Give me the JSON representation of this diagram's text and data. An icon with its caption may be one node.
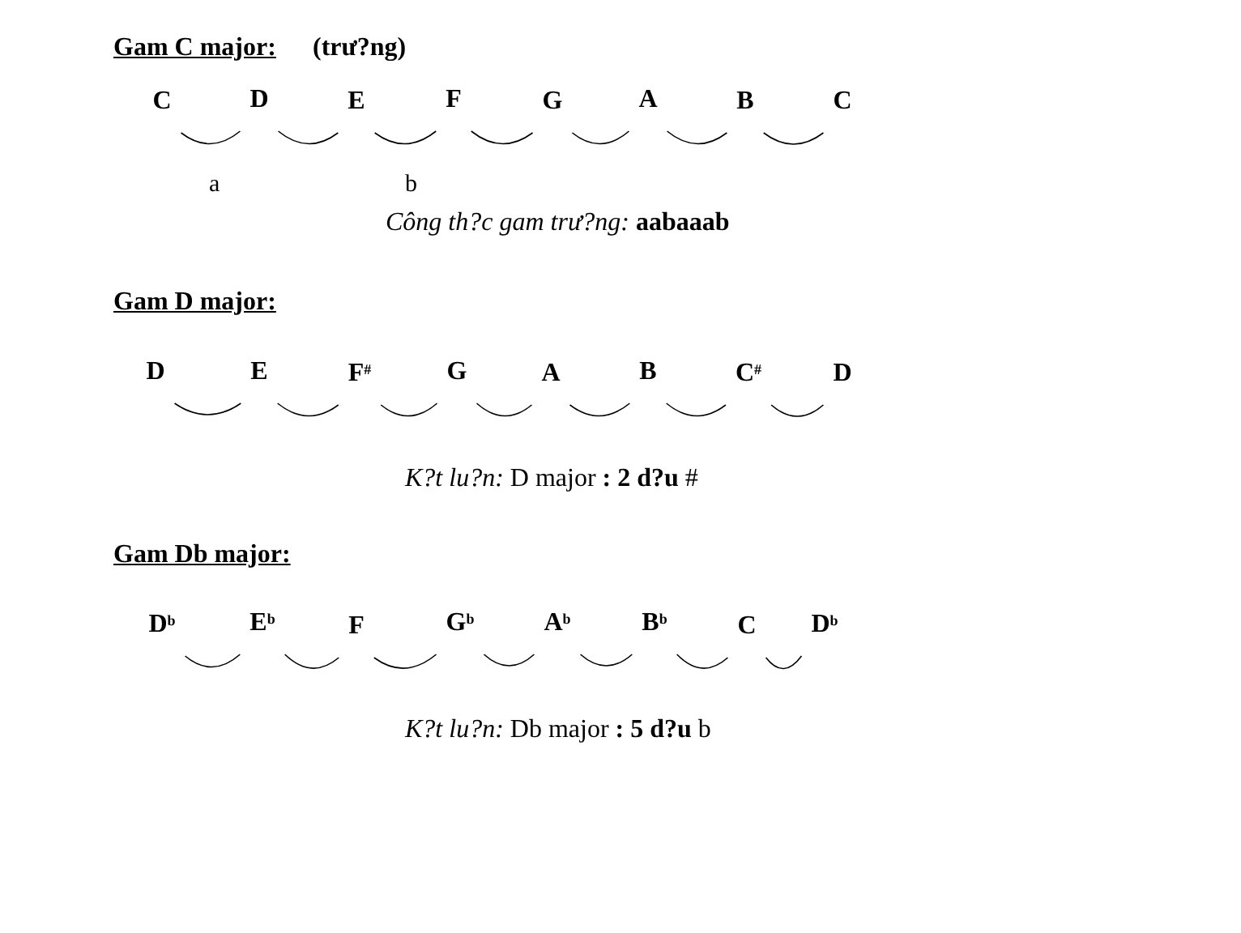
{
  "diagram": {
    "nodes": [
      {
        "text": [
          "C"
        ]
      },
      {
        "text": [
          "D"
        ]
      },
      {
        "text": [
          "E"
        ]
      },
      {
        "text": [
          "F"
        ]
      },
      {
        "text": [
          "G"
        ]
      },
      {
        "text": [
          "A"
        ]
      },
      {
        "text": [
          "B"
        ]
      },
      {
        "text": [
          "C"
        ]
      },
      {
        "text": [
          "D"
        ]
      },
      {
        "text": [
          "E"
        ]
      },
      {
        "text": [
          "F$^{#}$"
        ]
      },
      {
        "text": [
          "G"
        ]
      },
      {
        "text": [
          "A"
        ]
      },
      {
        "text": [
          "B"
        ]
      },
      {
        "text": [
          "C$^{#}$"
        ]
      },
      {
        "text": [
          "D"
        ]
      },
      {
        "text": [
          "D$^{b}$"
        ]
      },
      {
        "text": [
          "E$^{b}$"
        ]
      },
      {
        "text": [
          "F"
        ]
      },
      {
        "text": [
          "G$^{b}$"
        ]
      },
      {
        "text": [
          "A$^{b}$"
        ]
      },
      {
        "text": [
          "B$^{b}$"
        ]
      },
      {
        "text": [
          "C"
        ]
      },
      {
        "text": [
          "D$^{b}$"
        ]
      }
    ],
    "edges": [
      {
        "from": 0,
        "to": 1,
        "arrow": "none"
      },
      {
        "from": 1,
        "to": 2,
        "arrow": "none"
      },
      {
        "from": 2,
        "to": 3,
        "arrow": "none"
      },
      {
        "from": 3,
        "to": 4,
        "arrow": "none"
      },
      {
        "from": 4,
        "to": 5,
        "arrow": "none"
      },
      {
        "from": 5,
        "to": 6,
        "arrow": "none"
      },
      {
        "from": 6,
        "to": 7,
        "arrow": "none"
      },
      {
        "from": 8,
        "to": 9,
        "arrow": "none"
      },
      {
        "from": 9,
        "to": 10,
        "arrow": "none"
      },
      {
        "from": 10,
        "to": 11,
        "arrow": "none"
      },
      {
        "from": 11,
        "to": 12,
        "arrow": "none"
      },
      {
        "from": 12,
        "to": 13,
        "arrow": "none"
      },
      {
        "from": 13,
        "to": 14,
        "arrow": "none"
      },
      {
        "from": 14,
        "to": 15,
        "arrow": "none"
      },
      {
        "from": 16,
        "to": 17,
        "arrow": "none"
      },
      {
        "from": 17,
        "to": 18,
        "arrow": "none"
      },
      {
        "from": 18,
        "to": 19,
        "arrow": "none"
      },
      {
        "from": 19,
        "to": 20,
        "arrow": "none"
      },
      {
        "from": 20,
        "to": 21,
        "arrow": "none"
      },
      {
        "from": 21,
        "to": 22,
        "arrow": "none"
      },
      {
        "from": 22,
        "to": 23,
        "arrow": "none"
      }
    ],
    "labels": [
      "Gam C major:",
      "(trư?ng)",
      "a",
      "b",
      "*Công th?c gam trư?ng:* **aabaaab**",
      "Gam D major:",
      "*K?t lu?n:* D major **: 2 d?u** #",
      "Gam Db major:",
      "*K?t lu?n:* Db major **: 5 d?u** b"
    ]
  }
}
